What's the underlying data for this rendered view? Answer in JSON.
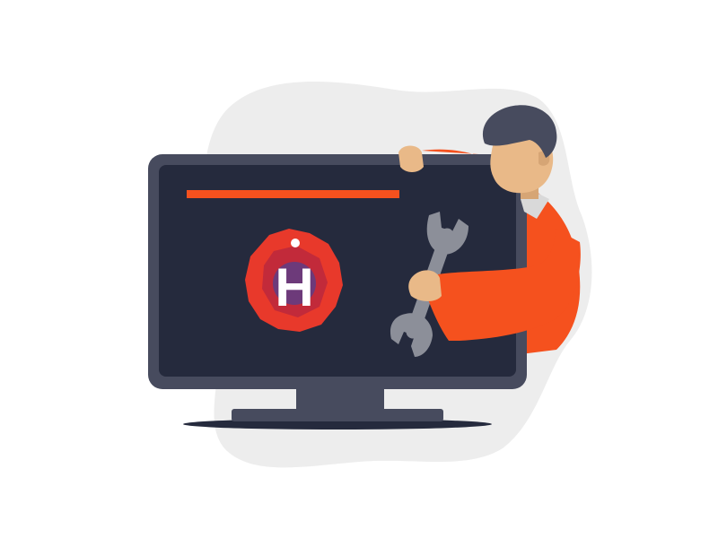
{
  "colors": {
    "background": "#ffffff",
    "blob": "#ededed",
    "monitor_bezel": "#474b5e",
    "monitor_screen": "#252a3d",
    "stand": "#474b5e",
    "shadow": "#252a3d",
    "accent_orange": "#f5511e",
    "logo_red": "#e8392b",
    "logo_purple": "#6d3a7a",
    "wrench": "#8c8f99",
    "skin": "#e9b988",
    "hair": "#474b5e",
    "collar": "#d9d9d9"
  },
  "logo": {
    "letter": "H",
    "icon": "h-badge-logo"
  },
  "icons": {
    "tool": "wrench-icon",
    "character": "technician-figure"
  }
}
